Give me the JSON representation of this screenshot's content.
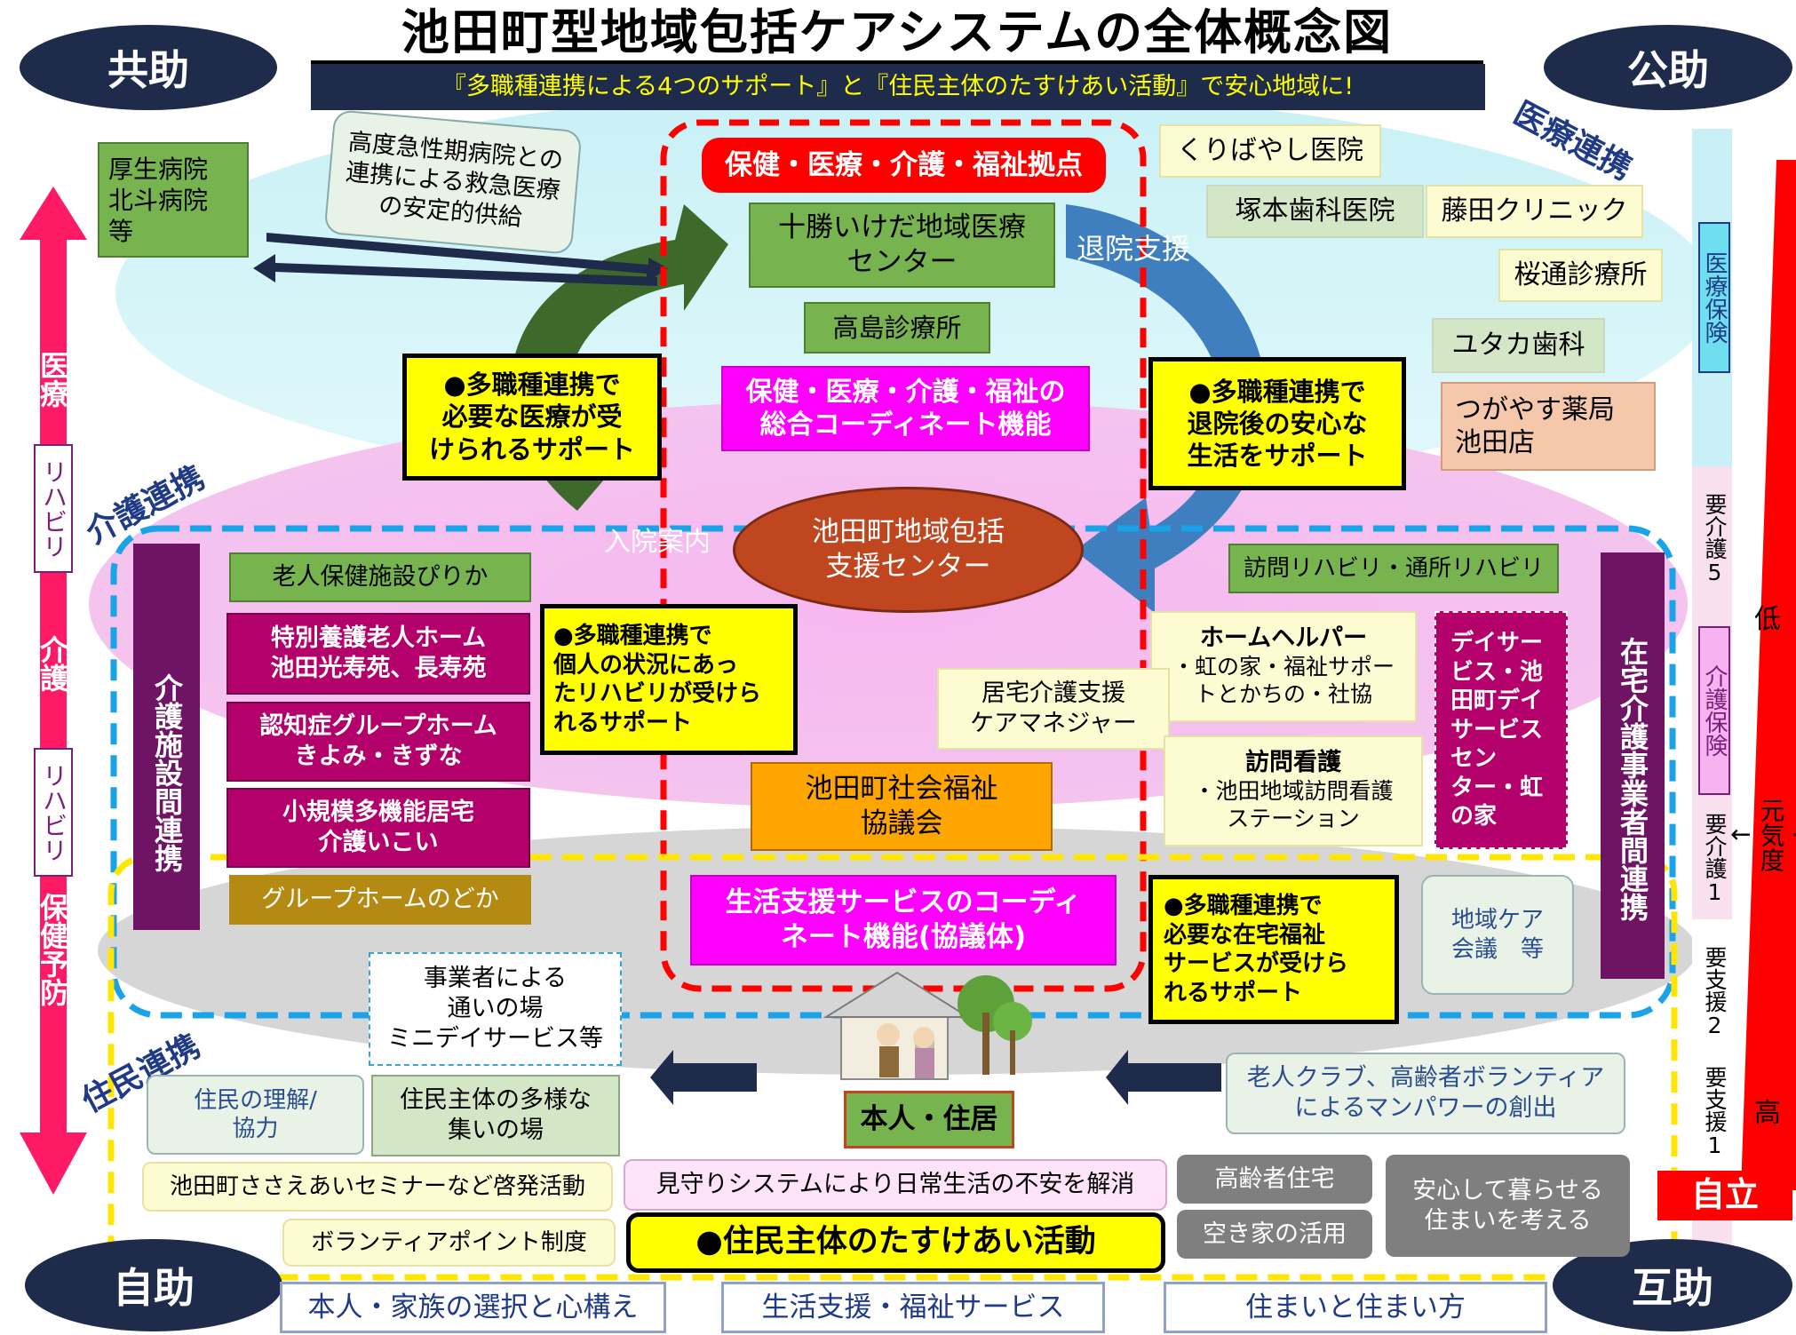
{
  "title": "池田町型地域包括ケアシステムの全体概念図",
  "subtitle": "『多職種連携による4つのサポート』と『住民主体のたすけあい活動』で安心地域に!",
  "corners": {
    "top_left": "共助",
    "top_right": "公助",
    "bottom_left": "自助",
    "bottom_right": "互助"
  },
  "labels": {
    "iryo_renkei": "医療連携",
    "kaigo_renkei": "介護連携",
    "jumin_renkei": "住民連携",
    "taiin_shien": "退院支援",
    "nyuin_annai": "入院案内"
  },
  "hospitals": {
    "kosei": "厚生病院\n北斗病院\n等",
    "kodo_note": "高度急性期病院との\n連携による救急医療\nの安定的供給"
  },
  "hub": {
    "title": "保健・医療・介護・福祉拠点",
    "tokachi": "十勝いけだ地域医療\nセンター",
    "takashima": "高島診療所",
    "coordinate": "保健・医療・介護・福祉の\n総合コーディネート機能",
    "houkatsu": "池田町地域包括\n支援センター",
    "shakyo": "池田町社会福祉\n協議会",
    "seikatsu": "生活支援サービスのコーディ\nネート機能(協議体)"
  },
  "clinics": {
    "kuribayashi": "くりばやし医院",
    "tsukamoto": "塚本歯科医院",
    "fujita": "藤田クリニック",
    "sakuradori": "桜通診療所",
    "yutaka": "ユタカ歯科",
    "tsugayasu": "つがやす薬局\n池田店"
  },
  "supports": {
    "s1": "●多職種連携で\n必要な医療が受\nけられるサポート",
    "s2": "●多職種連携で\n退院後の安心な\n生活をサポート",
    "s3": "●多職種連携で\n個人の状況にあっ\nたリハビリが受けら\nれるサポート",
    "s4": "●多職種連携で\n必要な在宅福祉\nサービスが受けら\nれるサポート"
  },
  "facilities": {
    "column": "介護施設間連携",
    "pirika": "老人保健施設ぴりか",
    "tokuyo": "特別養護老人ホーム\n池田光寿苑、長寿苑",
    "ninchisho": "認知症グループホーム\nきよみ・きずな",
    "shokibo": "小規模多機能居宅\n介護いこい",
    "nodoka": "グループホームのどか"
  },
  "home_care": {
    "column": "在宅介護事業者間連携",
    "houmon_reha": "訪問リハビリ・通所リハビリ",
    "helper_title": "ホームヘルパー",
    "helper_body": "・虹の家・福祉サポー\nトとかちの・社協",
    "kyotaku": "居宅介護支援\nケアマネジャー",
    "kango_title": "訪問看護",
    "kango_body": "・池田地域訪問看護\nステーション",
    "day": "デイサー\nビス・池\n田町デイ\nサービス\nセン\nター・虹\nの家",
    "chiiki_care": "地域ケア\n会議　等"
  },
  "community": {
    "kayoi": "事業者による\n通いの場\nミニデイサービス等",
    "rikai": "住民の理解/\n協力",
    "tayo": "住民主体の多様な\n集いの場",
    "honnin": "本人・住居",
    "roujin": "老人クラブ、高齢者ボランティア\nによるマンパワーの創出",
    "seminar": "池田町ささえあいセミナーなど啓発活動",
    "mimamori": "見守りシステムにより日常生活の不安を解消",
    "volunteer": "ボランティアポイント制度",
    "tasukeai": "●住民主体のたすけあい活動",
    "koureisha": "高齢者住宅",
    "akiya": "空き家の活用",
    "anshin": "安心して暮らせる\n住まいを考える"
  },
  "bottom_boxes": [
    "本人・家族の選択と心構え",
    "生活支援・福祉サービス",
    "住まいと住まい方"
  ],
  "left_axis": [
    "医療",
    "リハビリ",
    "介護",
    "リハビリ",
    "保健予防"
  ],
  "right_scale": {
    "iryo_hoken": "医療保険",
    "kaigo5": "要介護5",
    "kaigo_hoken": "介護保険",
    "kaigo1": "要介護1",
    "shien2": "要支援2",
    "shien1": "要支援1",
    "low": "低",
    "genki": "↑\n元気度\n↓",
    "high": "高",
    "jiritsu": "自立"
  },
  "colors": {
    "navy": "#1e2b4b",
    "magenta": "#ff00ff",
    "plum": "#b3006b",
    "yellow": "#ffff00",
    "green": "#77b450",
    "red": "#ff0000",
    "blue_dash": "#1aa3e8",
    "red_dash": "#ff0000"
  }
}
